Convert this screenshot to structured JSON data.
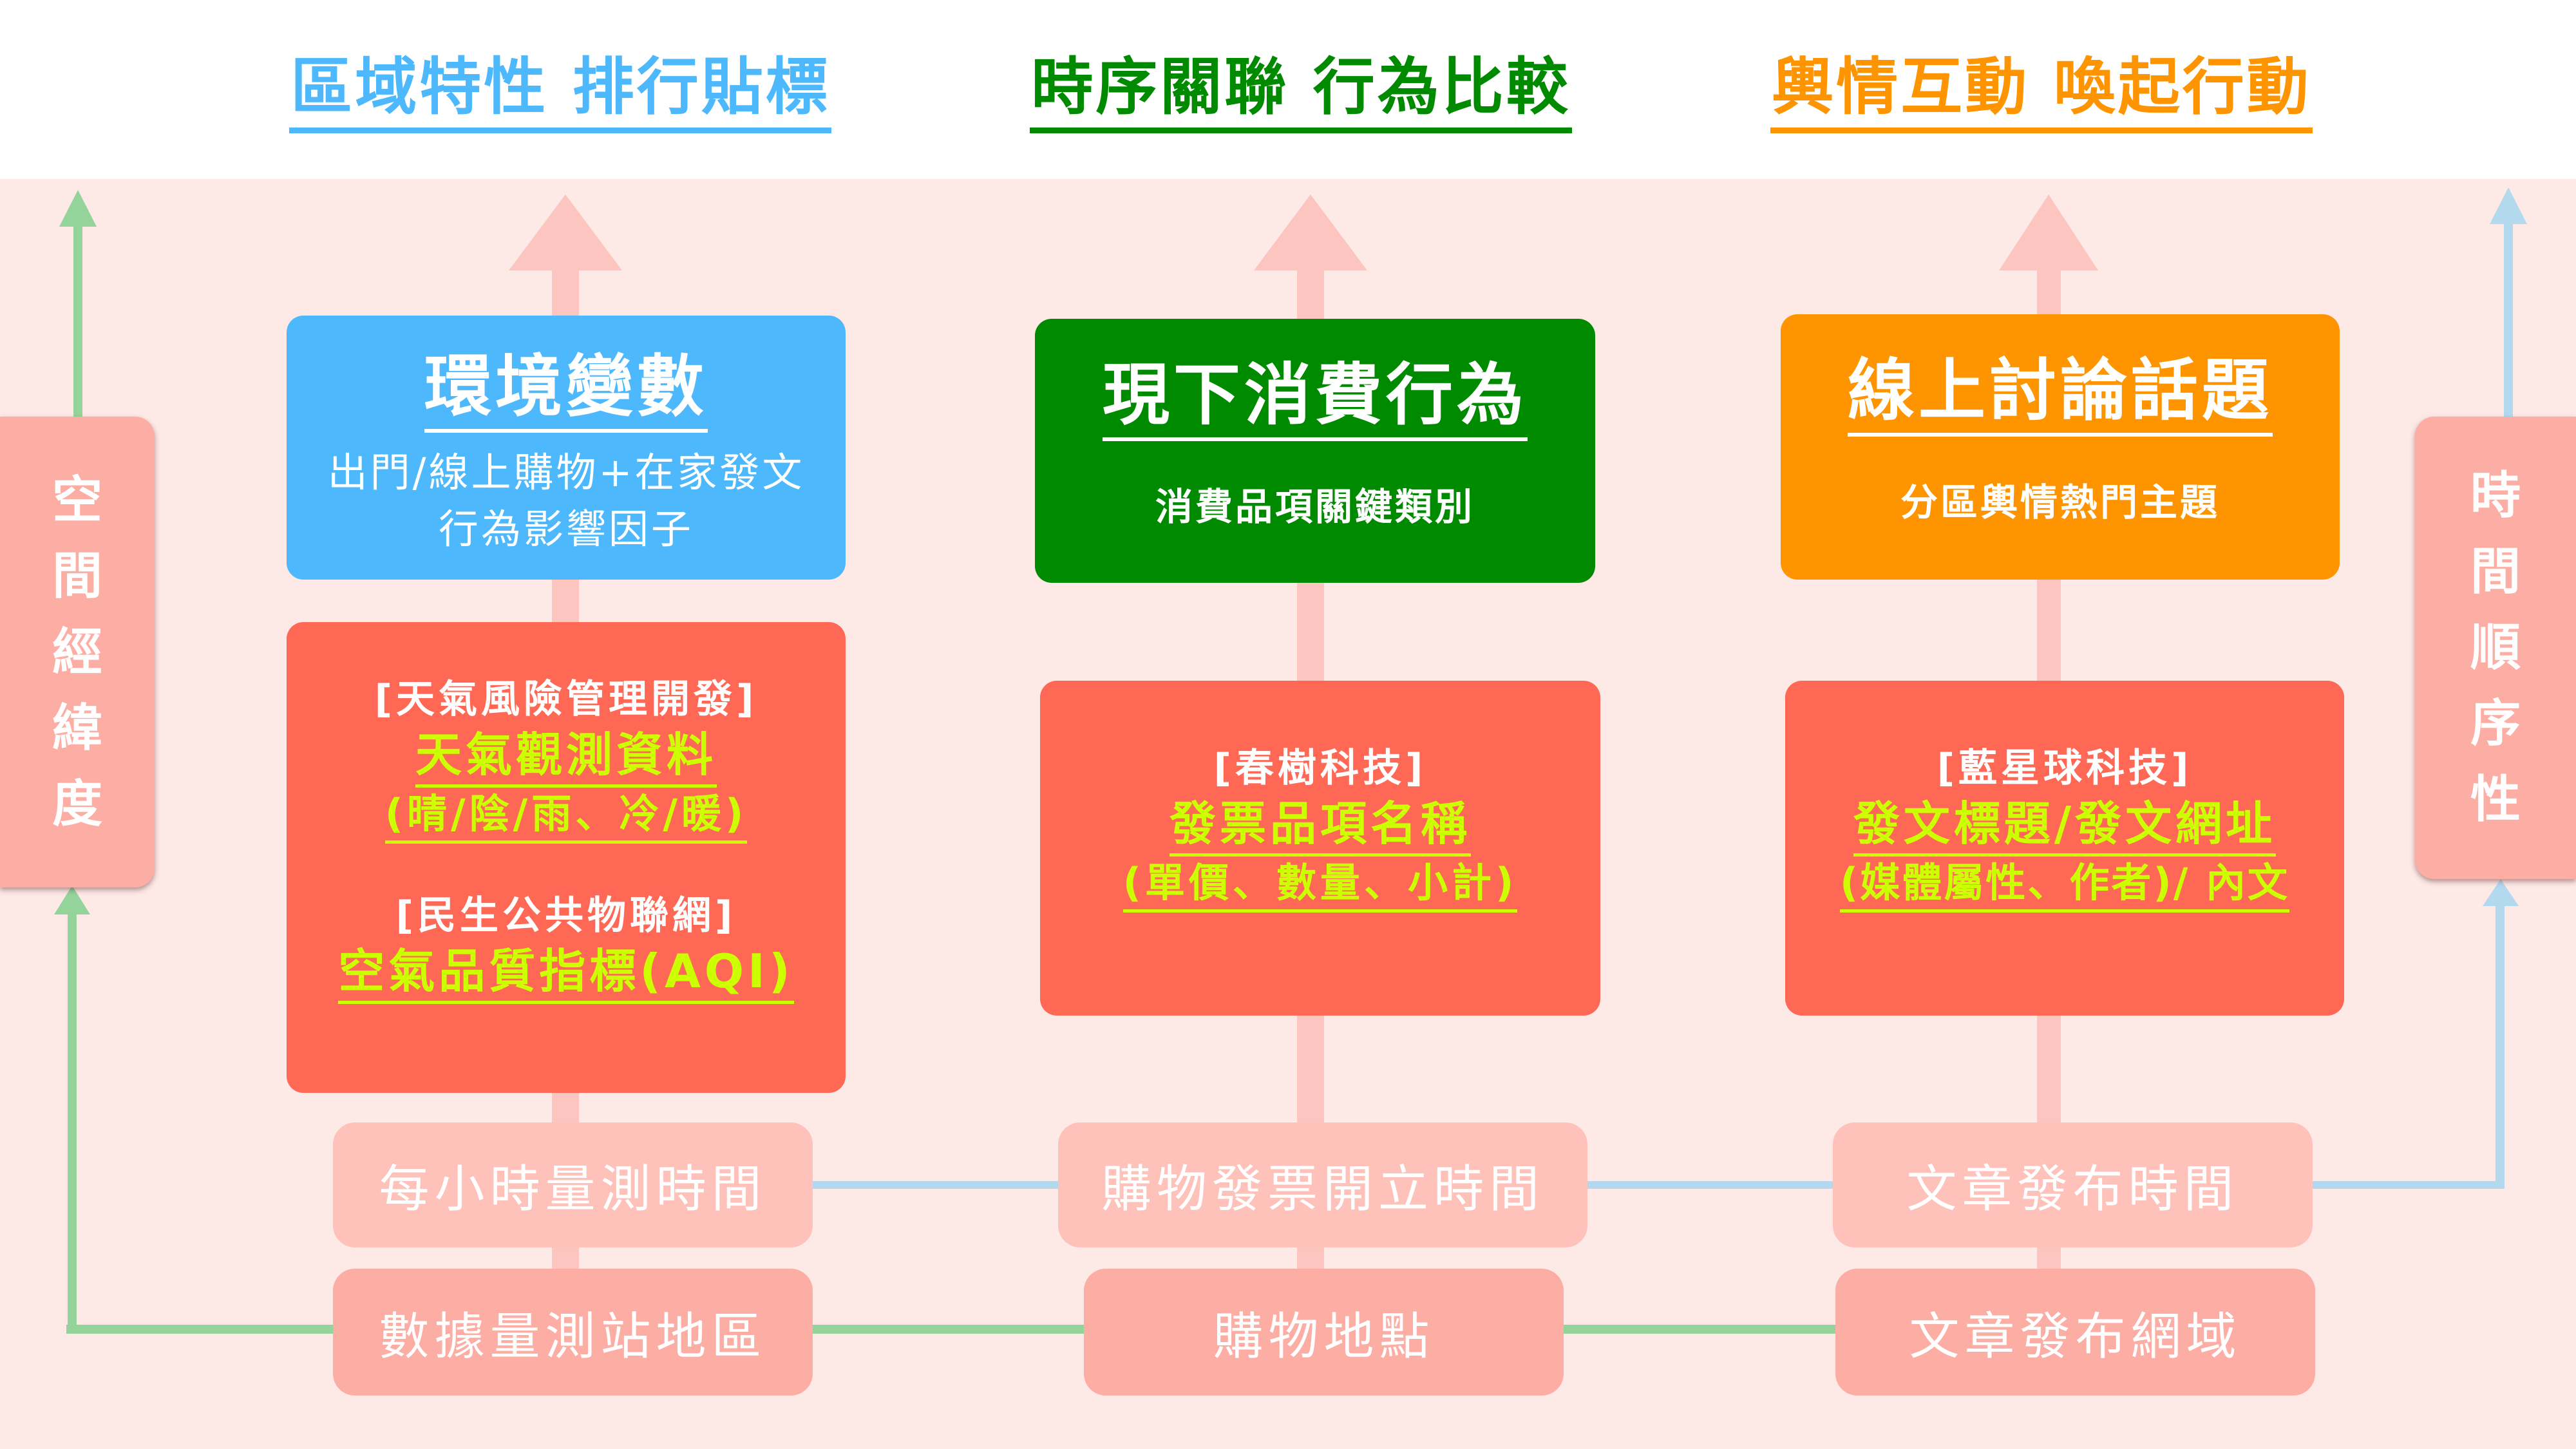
{
  "headers": [
    {
      "text": "區域特性 排行貼標",
      "color": "#4db8fc"
    },
    {
      "text": "時序關聯 行為比較",
      "color": "#008a00"
    },
    {
      "text": "輿情互動 喚起行動",
      "color": "#fe9400"
    }
  ],
  "side_labels": {
    "left": {
      "chars": [
        "空",
        "間",
        "經",
        "緯",
        "度"
      ],
      "arrow_color": "#94d39a"
    },
    "right": {
      "chars": [
        "時",
        "間",
        "順",
        "序",
        "性"
      ],
      "arrow_color": "#b3d9ef"
    }
  },
  "columns": [
    {
      "top_box": {
        "title": "環境變數",
        "subtitle_lines": [
          "出門/線上購物+在家發文",
          "行為影響因子"
        ],
        "color": "#4db8fc"
      },
      "sources": [
        {
          "provider": "[天氣風險管理開發]",
          "data_lines": [
            "天氣觀測資料",
            "(晴/陰/雨、冷/暖)"
          ]
        },
        {
          "provider": "[民生公共物聯網]",
          "data_lines": [
            "空氣品質指標(AQI)"
          ]
        }
      ],
      "time_pill": "每小時量測時間",
      "location_pill": "數據量測站地區"
    },
    {
      "top_box": {
        "title": "現下消費行為",
        "subtitle_lines": [
          "消費品項關鍵類別"
        ],
        "color": "#008a00"
      },
      "sources": [
        {
          "provider": "[春樹科技]",
          "data_lines": [
            "發票品項名稱",
            "(單價、數量、小計)"
          ]
        }
      ],
      "time_pill": "購物發票開立時間",
      "location_pill": "購物地點"
    },
    {
      "top_box": {
        "title": "線上討論話題",
        "subtitle_lines": [
          "分區輿情熱門主題"
        ],
        "color": "#fe9400"
      },
      "sources": [
        {
          "provider": "[藍星球科技]",
          "data_lines": [
            "發文標題/發文網址",
            "(媒體屬性、作者)/ 內文"
          ]
        }
      ],
      "time_pill": "文章發布時間",
      "location_pill": "文章發布網域"
    }
  ],
  "colors": {
    "background": "#fde9e6",
    "source_box": "#fe6854",
    "highlight_text": "#ccff00",
    "time_pill": "#fec2ba",
    "location_pill": "#fcada4",
    "column_arrow": "#fcc5c0",
    "time_line": "#b3d9ef",
    "space_line": "#94d39a"
  }
}
